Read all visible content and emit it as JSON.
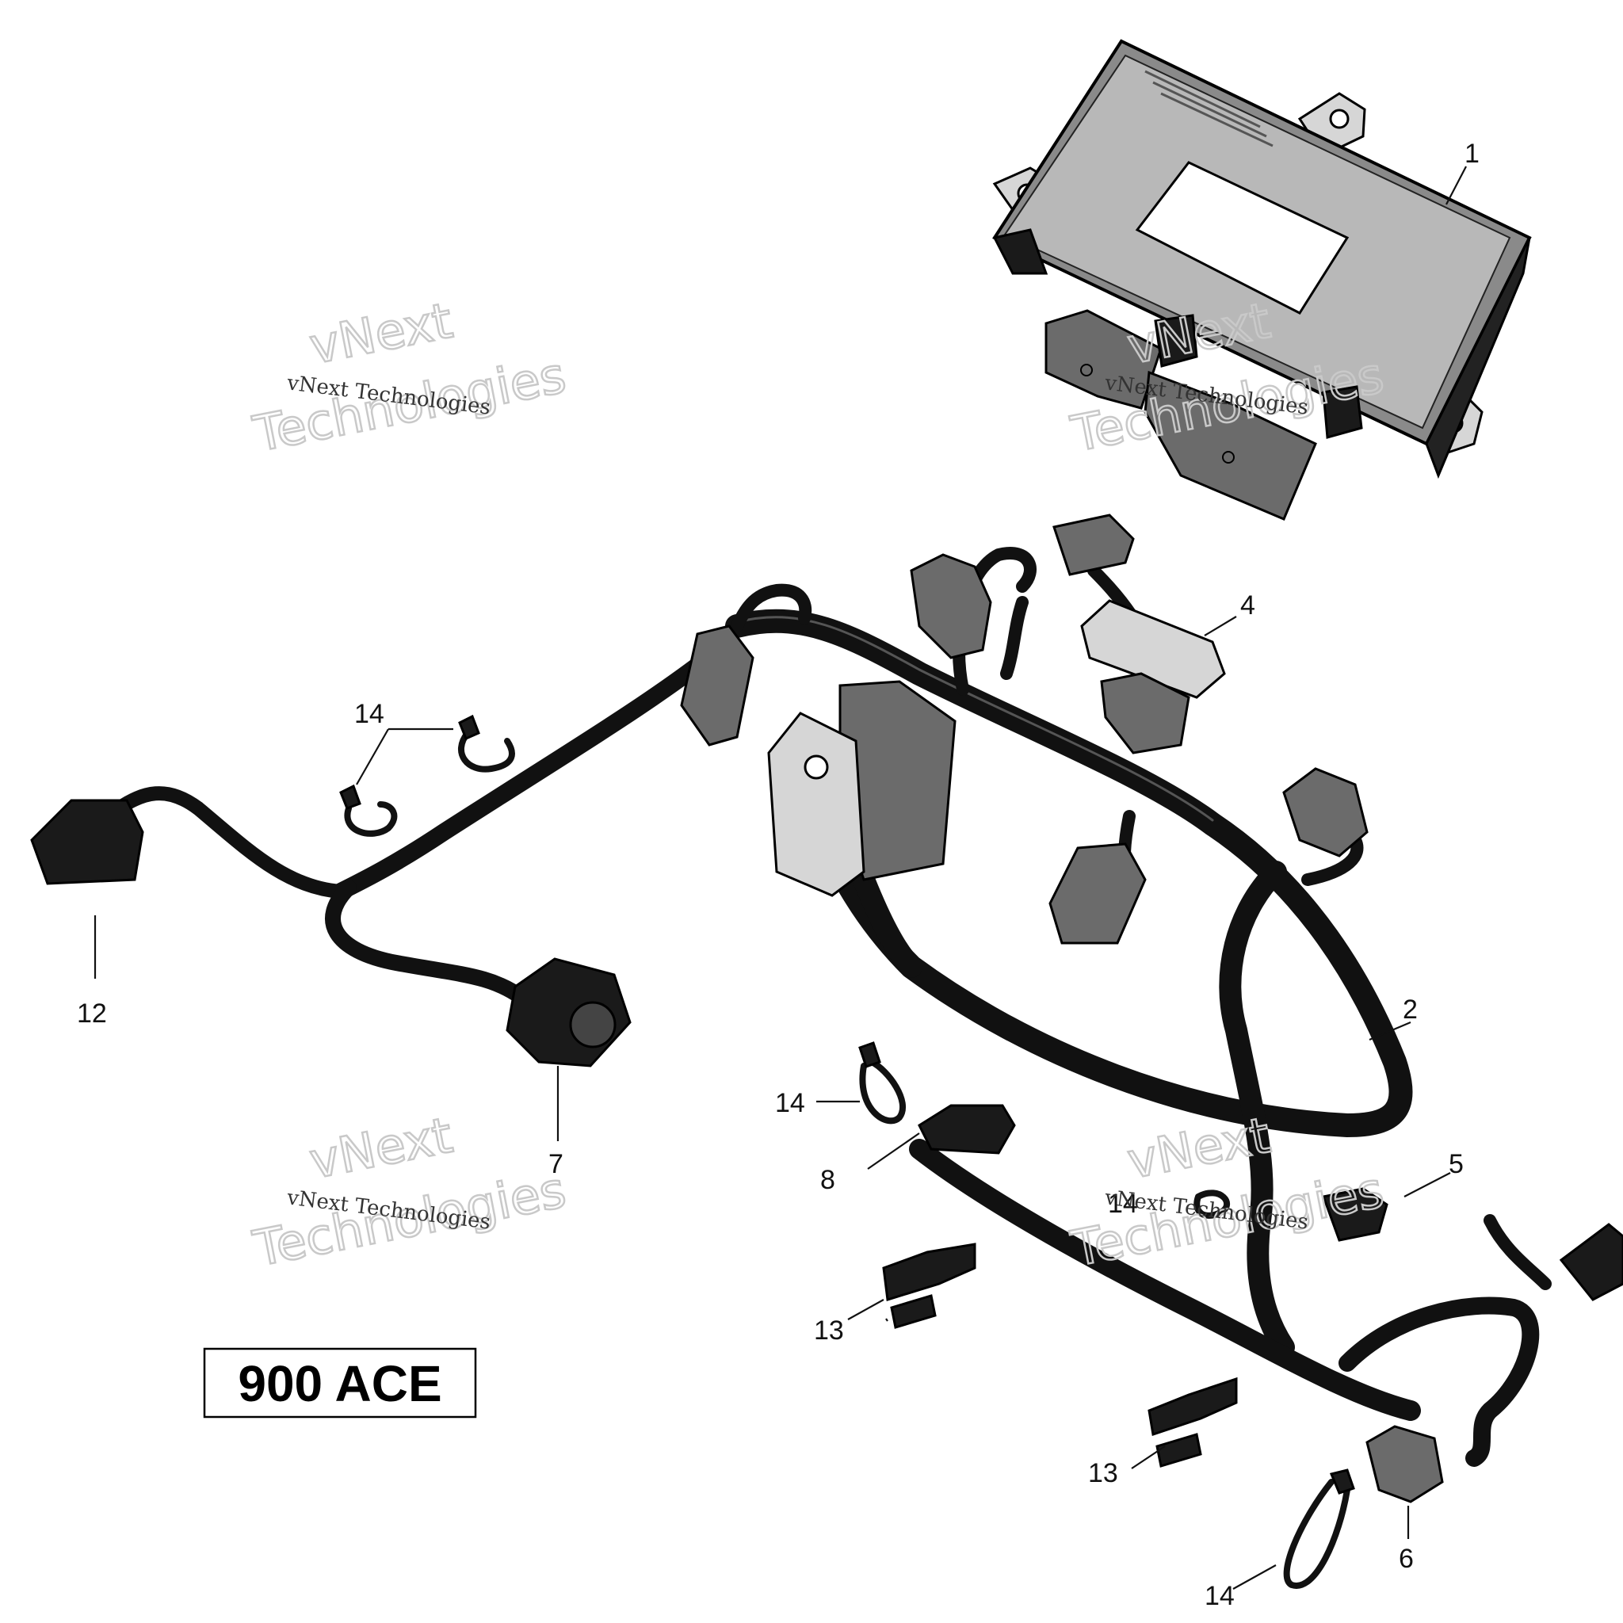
{
  "title_badge": "900 ACE",
  "watermarks": [
    {
      "small": "vNext Technologies",
      "big_top": "vNext",
      "big_bottom": "Technologies"
    },
    {
      "small": "vNext Technologies",
      "big_top": "vNext",
      "big_bottom": "Technologies"
    },
    {
      "small": "vNext Technologies",
      "big_top": "vNext",
      "big_bottom": "Technologies"
    },
    {
      "small": "vNext Technologies",
      "big_top": "vNext",
      "big_bottom": "Technologies"
    }
  ],
  "callouts": [
    "1",
    "2",
    "4",
    "5",
    "6",
    "7",
    "8",
    "12",
    "13",
    "13",
    "14",
    "14",
    "14",
    "14"
  ]
}
